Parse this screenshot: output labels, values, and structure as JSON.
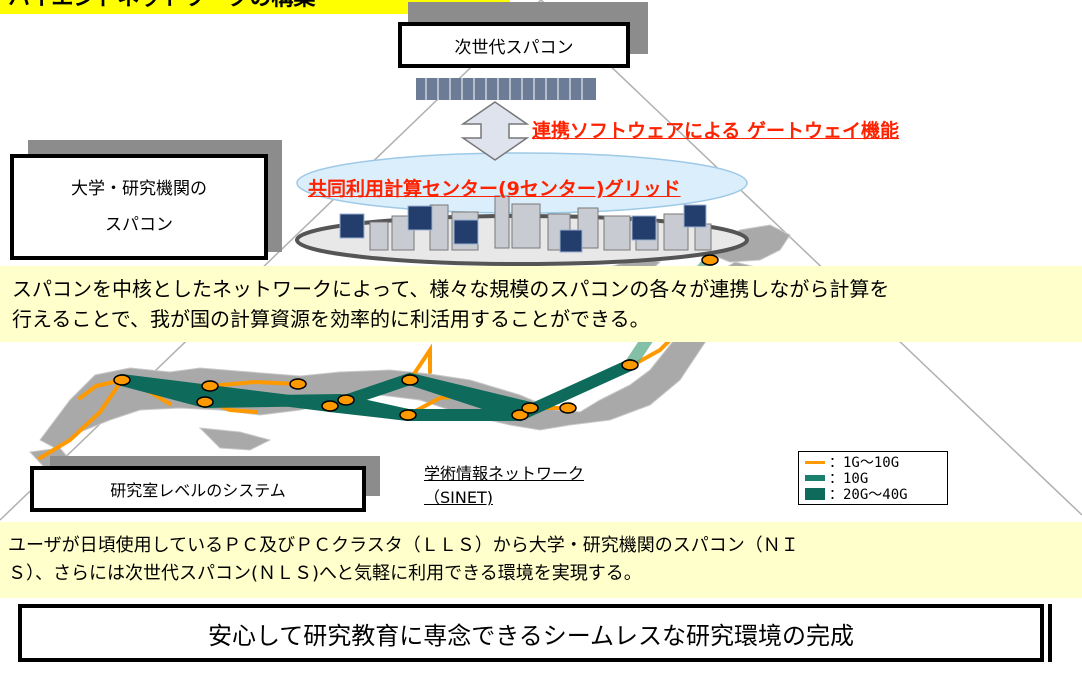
{
  "header_partial_title": "ハイエンドネットワークの構築",
  "top_box": "次世代スパコン",
  "gateway_label": "連携ソフトウェアによる ゲートウェイ機能",
  "univ_box": {
    "line1": "大学・研究機関の",
    "line2": "スパコン"
  },
  "grid_label": "共同利用計算センター(9センター)グリッド",
  "banner1": {
    "line1": "スパコンを中核としたネットワークによって、様々な規模のスパコンの各々が連携しながら計算を",
    "line2": "行えることで、我が国の計算資源を効率的に利活用することができる。"
  },
  "lab_box": "研究室レベルのシステム",
  "sinet": {
    "title": "学術情報ネットワーク",
    "subtitle": "（SINET)"
  },
  "legend": [
    {
      "color": "#ff9900",
      "label": "：1G～10G"
    },
    {
      "color": "#1b7f6e",
      "label": "：10G"
    },
    {
      "color": "#0e6a5b",
      "label": "：20G～40G"
    }
  ],
  "banner2": {
    "line1": "ユーザが日頃使用しているＰＣ及びＰＣクラスタ（ＬＬＳ）から大学・研究機関のスパコン（ＮＩ",
    "line2": "Ｓ）、さらには次世代スパコン(ＮＬＳ)へと気軽に利用できる環境を実現する。"
  },
  "bottom_box": "安心して研究教育に専念できるシームレスな研究環境の完成",
  "colors": {
    "accent_red": "#ff2200",
    "banner_bg": "#ffffcc",
    "title_bg": "#ffff00",
    "orange_link": "#ff9900",
    "teal_link": "#0e6a5b"
  }
}
